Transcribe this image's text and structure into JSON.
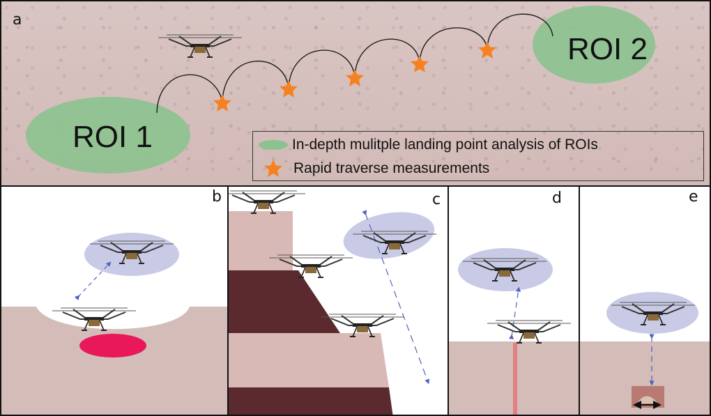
{
  "figure": {
    "panels": {
      "a": {
        "letter": "a",
        "roi_1_label": "ROI 1",
        "roi_2_label": "ROI 2",
        "legend": [
          {
            "icon": "green-ellipse-icon",
            "label": "In-depth mulitple landing point analysis of ROIs"
          },
          {
            "icon": "orange-star-icon",
            "label": "Rapid traverse measurements"
          }
        ],
        "traverse_star_count": 5
      },
      "b": {
        "letter": "b"
      },
      "c": {
        "letter": "c"
      },
      "d": {
        "letter": "d"
      },
      "e": {
        "letter": "e"
      }
    },
    "colors": {
      "roi_green": "#8cc28f",
      "star_orange": "#f58220",
      "hover_ellipse": "#c9cbe6",
      "target_red": "#e8185a",
      "arrow_blue": "#5060c0",
      "dark_stratum": "#5a2a2e",
      "light_stratum": "#d9b9b5"
    }
  }
}
